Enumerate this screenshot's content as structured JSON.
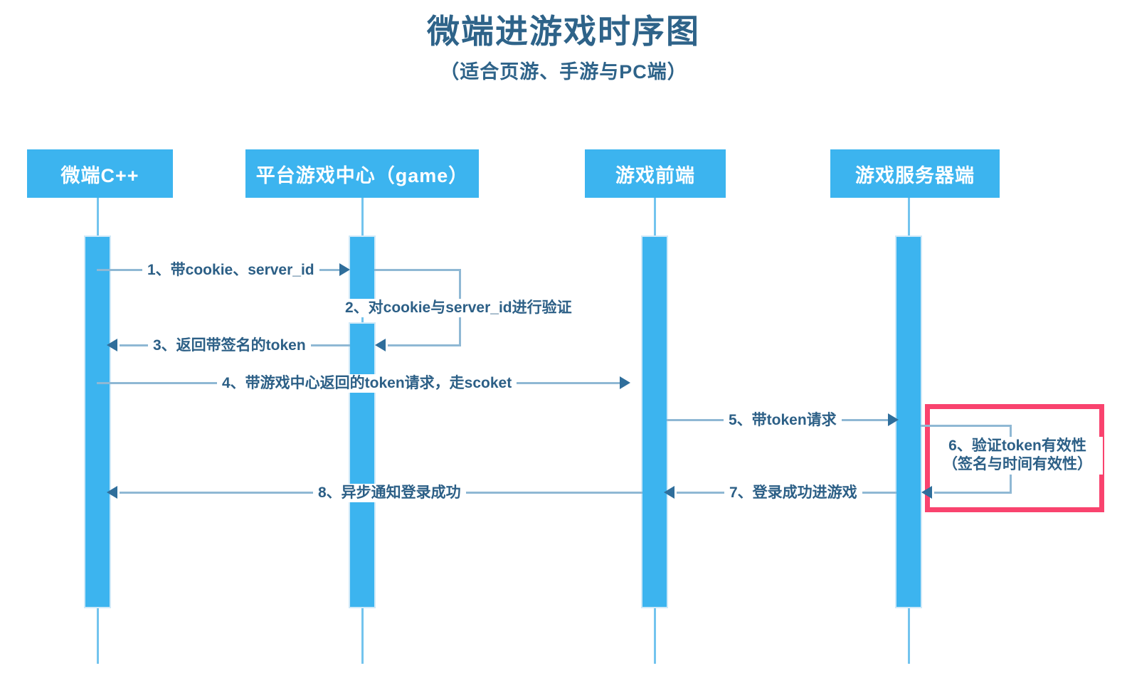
{
  "title": "微端进游戏时序图",
  "subtitle": "（适合页游、手游与PC端）",
  "colors": {
    "participant_fill": "#3CB4EF",
    "activation_fill": "#3CB4EF",
    "lifeline": "#73C4EE",
    "message_line": "#8FB8D4",
    "arrowhead": "#2F6E9B",
    "label_text": "#2C5F86",
    "title_text": "#2E6389",
    "highlight_border": "#F9436E"
  },
  "participants": [
    {
      "id": "weiduan",
      "label": "微端C++"
    },
    {
      "id": "game-center",
      "label": "平台游戏中心（game）"
    },
    {
      "id": "game-frontend",
      "label": "游戏前端"
    },
    {
      "id": "game-server",
      "label": "游戏服务器端"
    }
  ],
  "messages": [
    {
      "num": "1",
      "label": "1、带cookie、server_id",
      "from": "weiduan",
      "to": "game-center",
      "direction": "right"
    },
    {
      "num": "2",
      "label": "2、对cookie与server_id进行验证",
      "from": "game-center",
      "to": "game-center",
      "direction": "self"
    },
    {
      "num": "3",
      "label": "3、返回带签名的token",
      "from": "game-center",
      "to": "weiduan",
      "direction": "left"
    },
    {
      "num": "4",
      "label": "4、带游戏中心返回的token请求，走scoket",
      "from": "weiduan",
      "to": "game-frontend",
      "direction": "right"
    },
    {
      "num": "5",
      "label": "5、带token请求",
      "from": "game-frontend",
      "to": "game-server",
      "direction": "right"
    },
    {
      "num": "6",
      "label_line1": "6、验证token有效性",
      "label_line2": "（签名与时间有效性）",
      "from": "game-server",
      "to": "game-server",
      "direction": "self",
      "highlighted": true
    },
    {
      "num": "7",
      "label": "7、登录成功进游戏",
      "from": "game-server",
      "to": "game-frontend",
      "direction": "left"
    },
    {
      "num": "8",
      "label": "8、异步通知登录成功",
      "from": "game-frontend",
      "to": "weiduan",
      "direction": "left"
    }
  ]
}
